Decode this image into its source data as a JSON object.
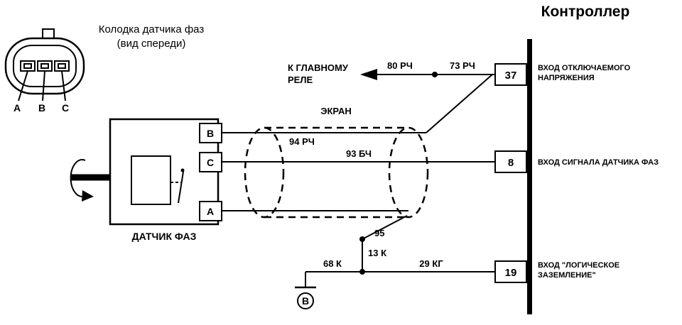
{
  "colors": {
    "line": "#000000",
    "background": "#ffffff"
  },
  "controller": {
    "title": "Контроллер",
    "pins": [
      {
        "number": "37",
        "label_line1": "ВХОД ОТКЛЮЧАЕМОГО",
        "label_line2": "НАПРЯЖЕНИЯ"
      },
      {
        "number": "8",
        "label_line1": "ВХОД СИГНАЛА ДАТЧИКА ФАЗ",
        "label_line2": ""
      },
      {
        "number": "19",
        "label_line1": "ВХОД \"ЛОГИЧЕСКОЕ",
        "label_line2": "ЗАЗЕМЛЕНИЕ\""
      }
    ]
  },
  "connector": {
    "caption_line1": "Колодка датчика фаз",
    "caption_line2": "(вид спереди)",
    "pin_labels": [
      "А",
      "В",
      "С"
    ]
  },
  "sensor": {
    "label": "ДАТЧИК ФАЗ",
    "terminals": [
      "В",
      "С",
      "А"
    ]
  },
  "shield": {
    "label": "ЭКРАН"
  },
  "relay": {
    "caption_line1": "К ГЛАВНОМУ",
    "caption_line2": "РЕЛЕ"
  },
  "wire_labels": {
    "w80": "80 РЧ",
    "w73": "73 РЧ",
    "w94": "94 РЧ",
    "w93": "93 БЧ",
    "w95": "95",
    "w13": "13 К",
    "w68": "68 К",
    "w29": "29 КГ"
  },
  "ground": {
    "label": "В"
  }
}
